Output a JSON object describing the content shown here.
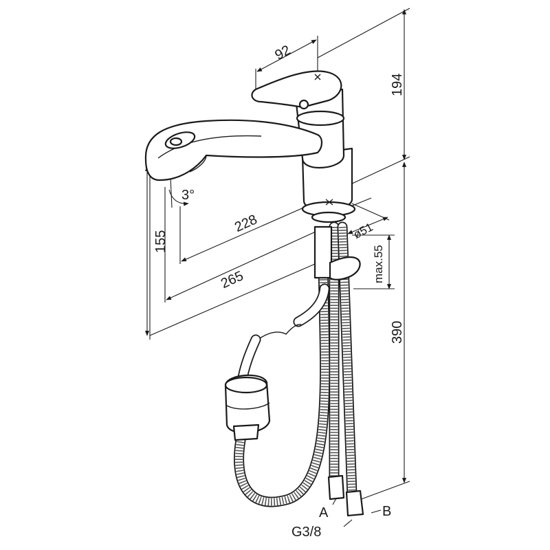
{
  "dimensions": {
    "d92": "92",
    "d194": "194",
    "d228": "228",
    "d265": "265",
    "d155": "155",
    "d3deg": "3°",
    "d51": "ø51",
    "dmax55": "max.55",
    "d390": "390"
  },
  "connections": {
    "a": "A",
    "b": "B",
    "thread": "G3/8"
  }
}
